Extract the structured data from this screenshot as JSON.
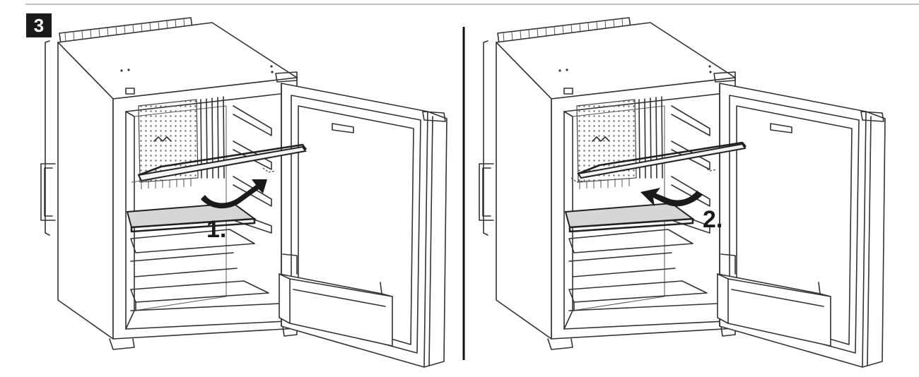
{
  "figure": {
    "step_number": "3",
    "panels": [
      {
        "step_label": "1."
      },
      {
        "step_label": "2."
      }
    ]
  }
}
